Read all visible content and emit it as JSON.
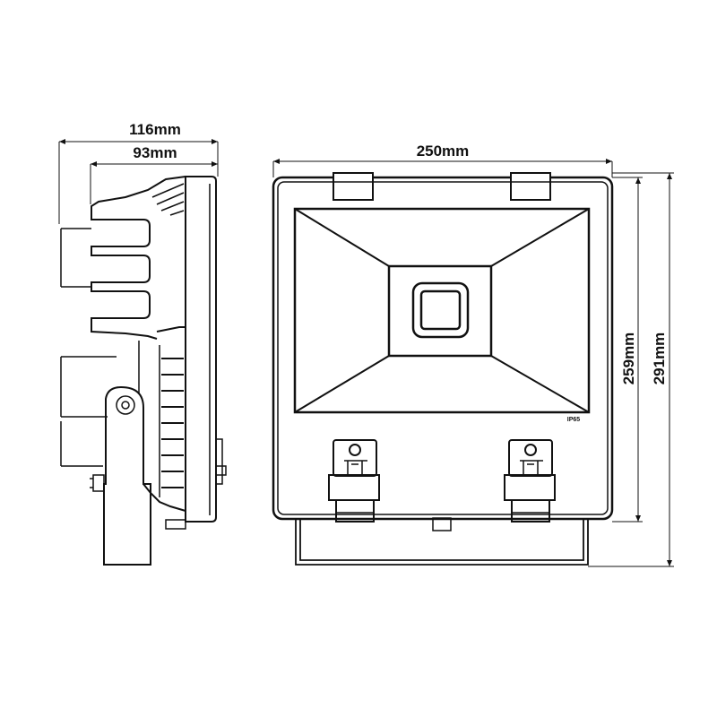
{
  "dimensions": {
    "side_overall_width": "116mm",
    "side_body_width": "93mm",
    "front_width": "250mm",
    "front_body_height": "259mm",
    "front_overall_height": "291mm"
  },
  "labels": {
    "ip_rating": "IP65"
  },
  "colors": {
    "stroke": "#111111",
    "body_fill": "#ffffff"
  }
}
